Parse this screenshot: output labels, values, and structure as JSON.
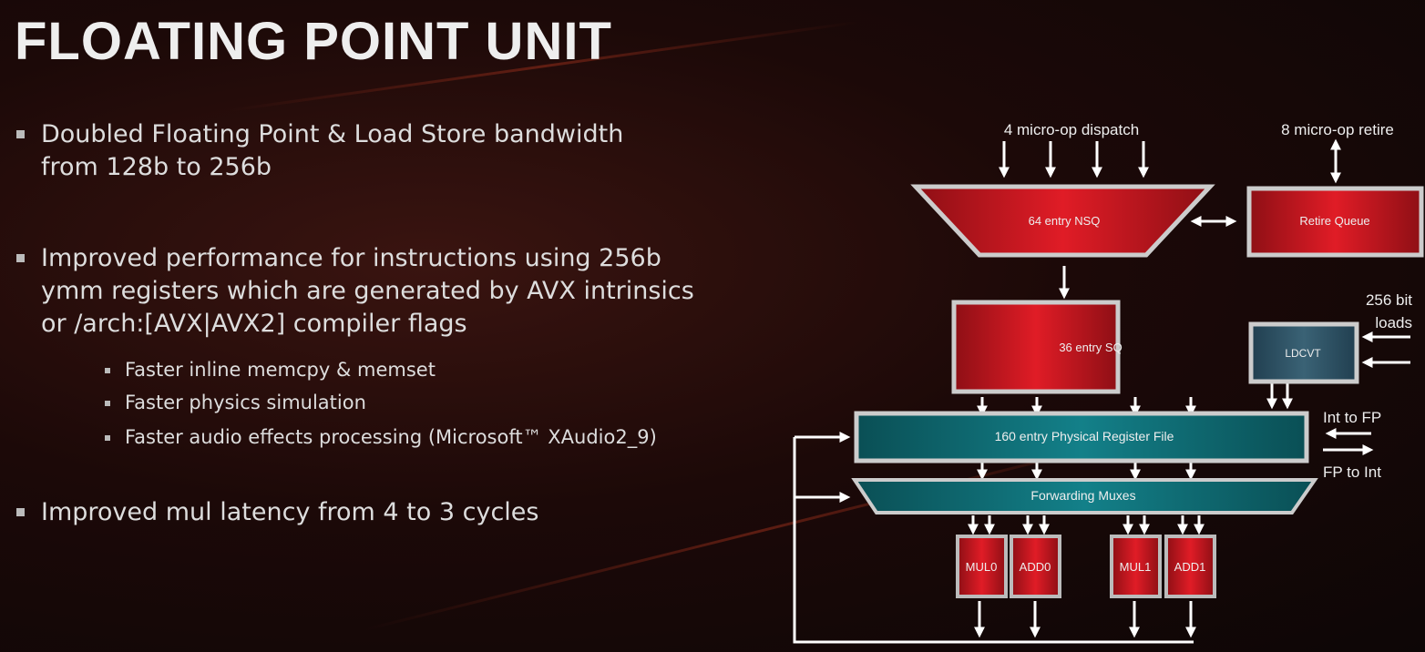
{
  "title": "FLOATING POINT UNIT",
  "bullets": [
    {
      "text": "Doubled Floating Point & Load Store bandwidth from 128b to 256b"
    },
    {
      "text": "Improved performance for instructions using 256b ymm registers which are generated by AVX intrinsics or /arch:[AVX|AVX2] compiler flags",
      "sub": [
        "Faster inline memcpy & memset",
        "Faster physics simulation",
        "Faster audio effects processing (Microsoft™ XAudio2_9)"
      ]
    },
    {
      "text": "Improved mul latency from 4 to 3 cycles"
    }
  ],
  "diagram": {
    "dispatch_label": "4 micro-op dispatch",
    "retire_label": "8 micro-op retire",
    "nsq": "64 entry NSQ",
    "retire_queue": "Retire Queue",
    "sq": "36 entry SQ",
    "ldcvt": "LDCVT",
    "loads_label_1": "256 bit",
    "loads_label_2": "loads",
    "prf": "160 entry Physical Register File",
    "int_to_fp": "Int to FP",
    "fp_to_int": "FP to Int",
    "muxes": "Forwarding Muxes",
    "units": [
      "MUL0",
      "ADD0",
      "MUL1",
      "ADD1"
    ]
  },
  "colors": {
    "red": "#d81a24",
    "teal": "#0e6d74",
    "slate": "#2f5366"
  }
}
